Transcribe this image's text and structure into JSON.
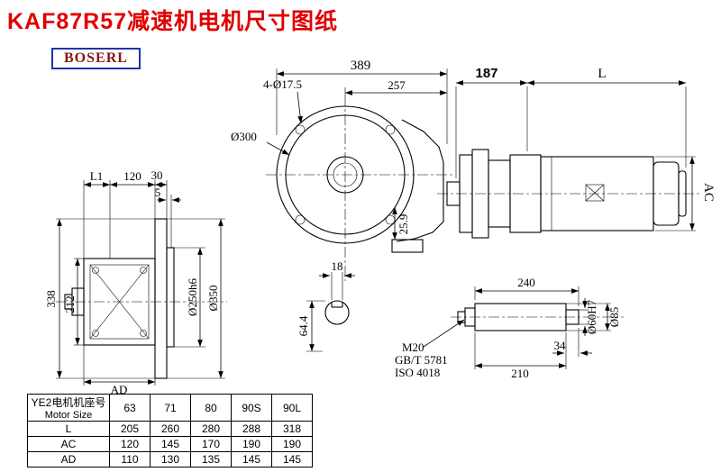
{
  "title": "KAF87R57减速机电机尺寸图纸",
  "logo": "BOSERL",
  "colors": {
    "title": "#e00000",
    "logo_text": "#8b1414",
    "logo_border": "#2233aa",
    "line": "#000000"
  },
  "dims": {
    "side": {
      "l1": "L1",
      "w120": "120",
      "w30": "30",
      "w5": "5",
      "h338": "338",
      "h212": "212",
      "ad": "AD",
      "d250": "Ø250h6",
      "d350": "Ø350"
    },
    "front": {
      "w389": "389",
      "w257": "257",
      "holes": "4-Ø17.5",
      "bore": "Ø300",
      "h259": "25.9",
      "key18": "18",
      "h644": "64.4"
    },
    "motor": {
      "w187": "187",
      "L": "L",
      "ac": "AC"
    },
    "shaft": {
      "w240": "240",
      "w34": "34",
      "w210": "210",
      "m20": "M20",
      "gbt": "GB/T 5781",
      "iso": "ISO 4018",
      "d60": "Ø60H7",
      "d85": "Ø85"
    }
  },
  "table": {
    "header_cn": "YE2电机机座号",
    "header_en": "Motor Size",
    "columns": [
      "63",
      "71",
      "80",
      "90S",
      "90L"
    ],
    "rows": [
      {
        "label": "L",
        "values": [
          "205",
          "260",
          "280",
          "288",
          "318"
        ]
      },
      {
        "label": "AC",
        "values": [
          "120",
          "145",
          "170",
          "190",
          "190"
        ]
      },
      {
        "label": "AD",
        "values": [
          "110",
          "130",
          "135",
          "145",
          "145"
        ]
      }
    ]
  }
}
